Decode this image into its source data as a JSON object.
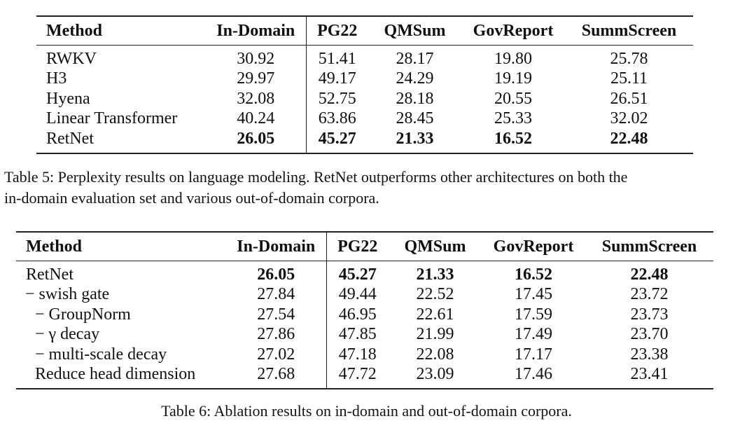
{
  "table5": {
    "headers": [
      "Method",
      "In-Domain",
      "PG22",
      "QMSum",
      "GovReport",
      "SummScreen"
    ],
    "rows": [
      {
        "method": "RWKV",
        "values": [
          "30.92",
          "51.41",
          "28.17",
          "19.80",
          "25.78"
        ]
      },
      {
        "method": "H3",
        "values": [
          "29.97",
          "49.17",
          "24.29",
          "19.19",
          "25.11"
        ]
      },
      {
        "method": "Hyena",
        "values": [
          "32.08",
          "52.75",
          "28.18",
          "20.55",
          "26.51"
        ]
      },
      {
        "method": "Linear Transformer",
        "values": [
          "40.24",
          "63.86",
          "28.45",
          "25.33",
          "32.02"
        ]
      },
      {
        "method": "RetNet",
        "values": [
          "26.05",
          "45.27",
          "21.33",
          "16.52",
          "22.48"
        ]
      }
    ],
    "caption_line1": "Table 5: Perplexity results on language modeling. RetNet outperforms other architectures on both the",
    "caption_line2": "in-domain evaluation set and various out-of-domain corpora."
  },
  "table6": {
    "headers": [
      "Method",
      "In-Domain",
      "PG22",
      "QMSum",
      "GovReport",
      "SummScreen"
    ],
    "rows": [
      {
        "method": "RetNet",
        "values": [
          "26.05",
          "45.27",
          "21.33",
          "16.52",
          "22.48"
        ]
      },
      {
        "method": "− swish gate",
        "values": [
          "27.84",
          "49.44",
          "22.52",
          "17.45",
          "23.72"
        ]
      },
      {
        "method": "− GroupNorm",
        "values": [
          "27.54",
          "46.95",
          "22.61",
          "17.59",
          "23.73"
        ]
      },
      {
        "method": "− γ decay",
        "values": [
          "27.86",
          "47.85",
          "21.99",
          "17.49",
          "23.70"
        ]
      },
      {
        "method": "− multi-scale decay",
        "values": [
          "27.02",
          "47.18",
          "22.08",
          "17.17",
          "23.38"
        ]
      },
      {
        "method": "Reduce head dimension",
        "values": [
          "27.68",
          "47.72",
          "23.09",
          "17.46",
          "23.41"
        ]
      }
    ],
    "caption": "Table 6: Ablation results on in-domain and out-of-domain corpora."
  }
}
